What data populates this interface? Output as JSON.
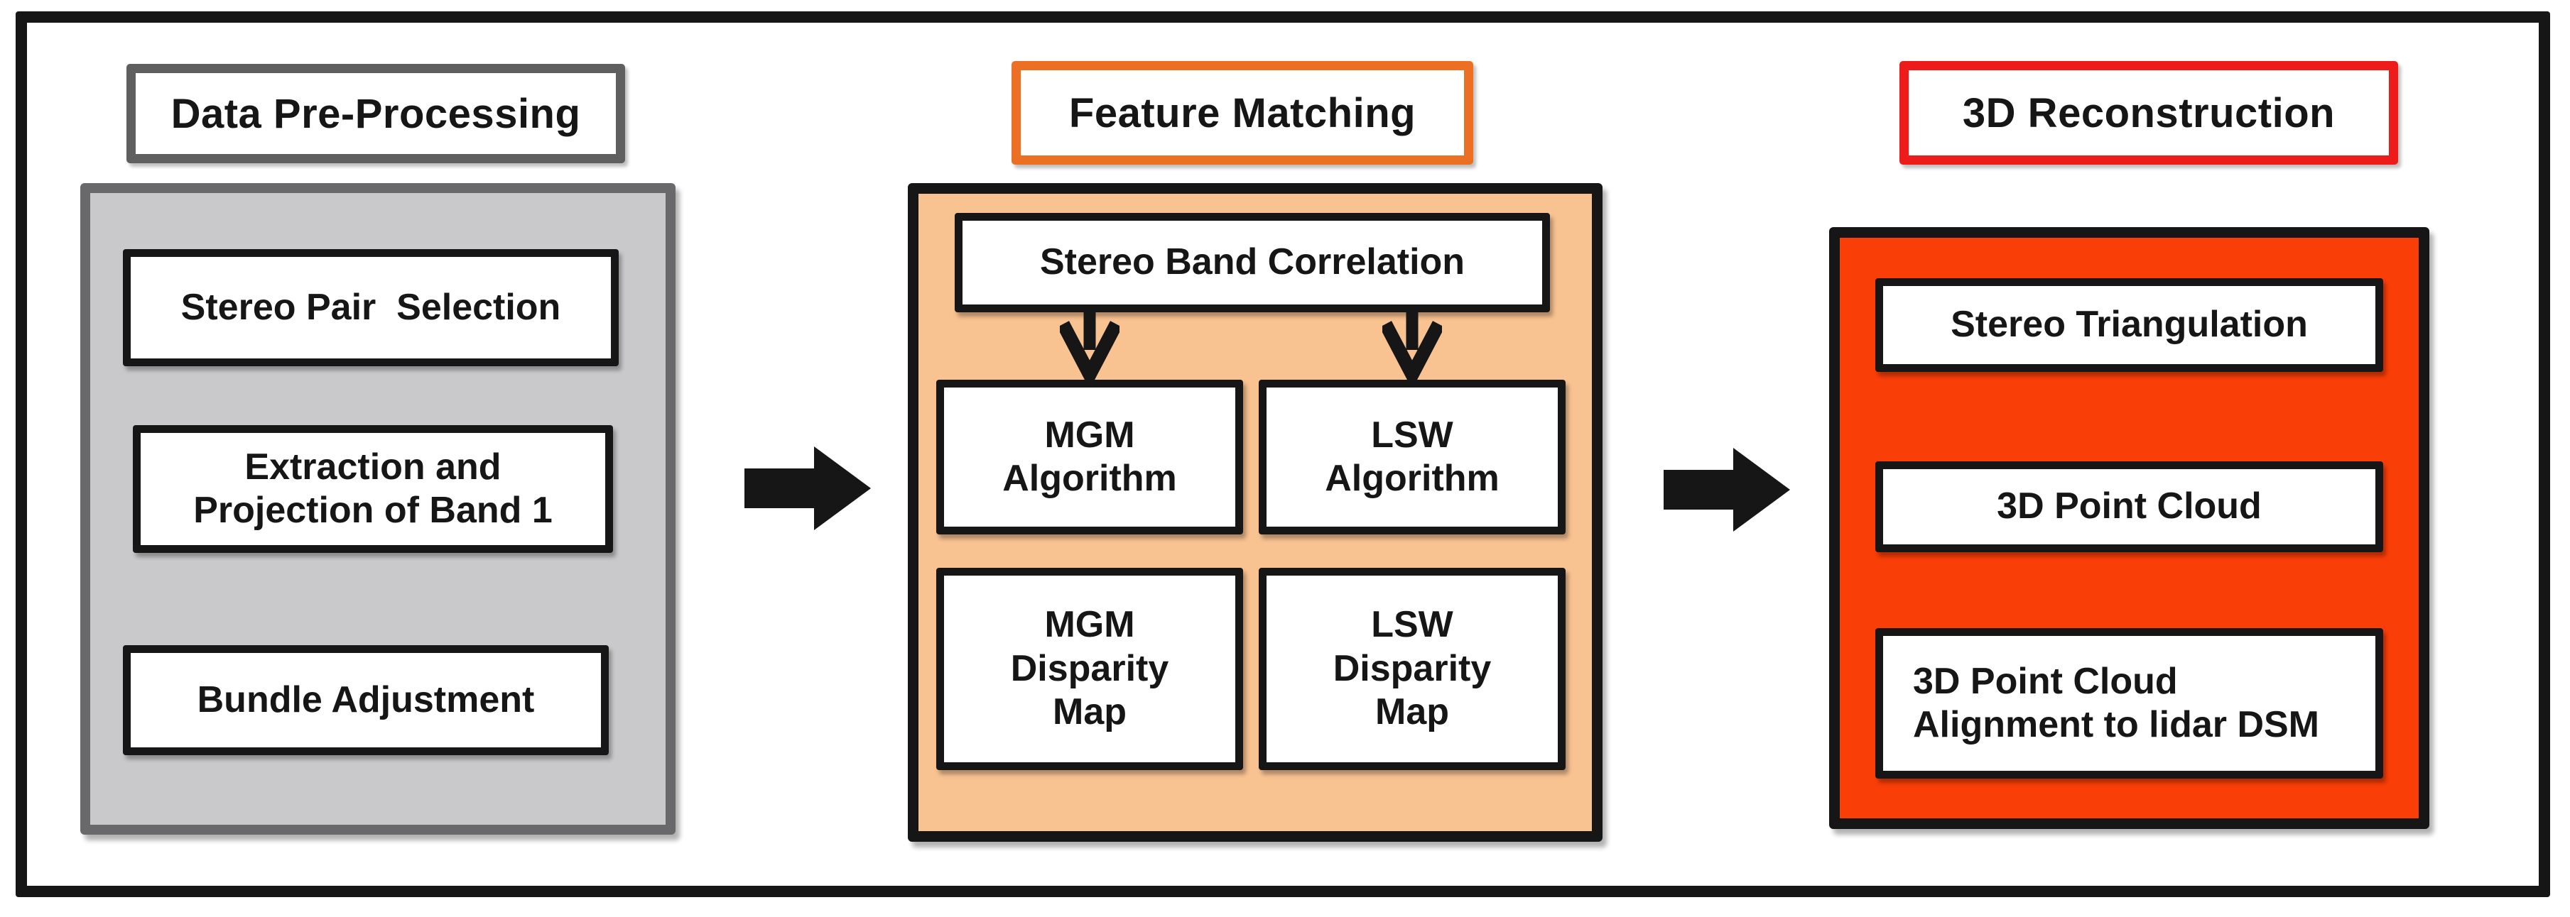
{
  "colors": {
    "ink": "#161616",
    "box_fill": "#FFFFFF",
    "gray_header_border": "#5F5F5F",
    "gray_panel_fill": "#C9C9CB",
    "gray_panel_border": "#69696C",
    "orange_header_border": "#EC7023",
    "peach_panel_fill": "#F8C291",
    "red_header_border": "#EE1B1B",
    "orangered_panel_fill": "#FA3E08"
  },
  "headers": [
    {
      "label": "Data Pre-Processing"
    },
    {
      "label": "Feature Matching"
    },
    {
      "label": "3D Reconstruction"
    }
  ],
  "preprocessing": {
    "boxes": [
      "Stereo Pair  Selection",
      "Extraction and\nProjection of Band 1",
      "Bundle Adjustment"
    ]
  },
  "feature_matching": {
    "top_box": "Stereo Band Correlation",
    "grid": [
      "MGM\nAlgorithm",
      "LSW\nAlgorithm",
      "MGM\nDisparity\nMap",
      "LSW\nDisparity\nMap"
    ]
  },
  "reconstruction": {
    "boxes": [
      "Stereo Triangulation",
      "3D Point Cloud",
      "3D Point Cloud\nAlignment to lidar DSM"
    ]
  }
}
